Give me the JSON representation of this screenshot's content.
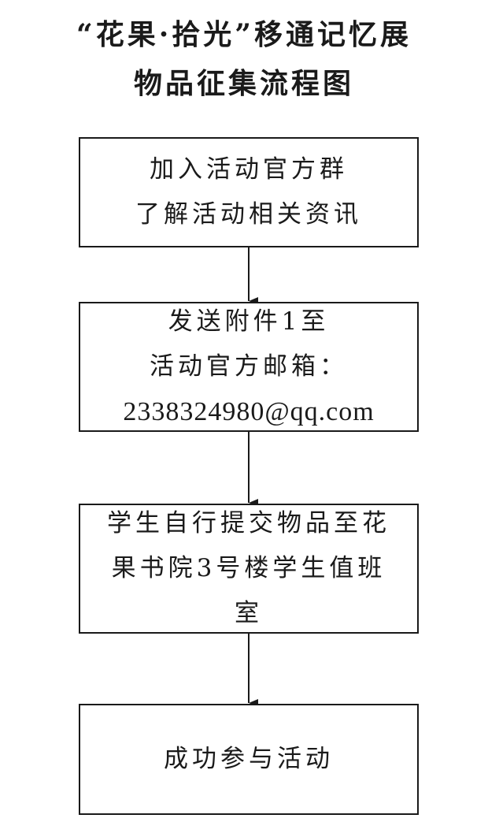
{
  "title": {
    "line1": "“花果·拾光”移通记忆展",
    "line2": "物品征集流程图"
  },
  "steps": [
    {
      "lines": [
        "加入活动官方群",
        "了解活动相关资讯"
      ]
    },
    {
      "lines": [
        "发送附件1至",
        "活动官方邮箱：",
        "2338324980@qq.com"
      ]
    },
    {
      "lines": [
        "学生自行提交物品至花",
        "果书院3号楼学生值班",
        "室"
      ]
    },
    {
      "lines": [
        "成功参与活动"
      ]
    }
  ],
  "colors": {
    "line": "#1a1a1a",
    "background": "#ffffff"
  }
}
